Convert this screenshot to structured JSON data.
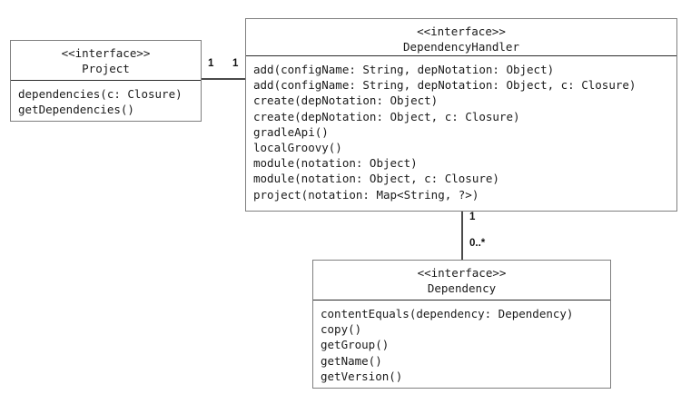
{
  "diagram": {
    "title": "Gradle DependencyHandler UML class diagram",
    "type": "uml-class-diagram",
    "colors": {
      "background": "#ffffff",
      "box_border": "#7f7f7f",
      "header_divider": "#2b2b2b",
      "connector": "#4a4a4a",
      "text": "#1a1a1a"
    }
  },
  "classes": {
    "project": {
      "stereotype": "<<interface>>",
      "name": "Project",
      "members": [
        "dependencies(c: Closure)",
        "getDependencies()"
      ]
    },
    "dependency_handler": {
      "stereotype": "<<interface>>",
      "name": "DependencyHandler",
      "members": [
        "add(configName: String, depNotation: Object)",
        "add(configName: String, depNotation: Object, c: Closure)",
        "create(depNotation: Object)",
        "create(depNotation: Object, c: Closure)",
        "gradleApi()",
        "localGroovy()",
        "module(notation: Object)",
        "module(notation: Object, c: Closure)",
        "project(notation: Map<String, ?>)"
      ]
    },
    "dependency": {
      "stereotype": "<<interface>>",
      "name": "Dependency",
      "members": [
        "contentEquals(dependency: Dependency)",
        "copy()",
        "getGroup()",
        "getName()",
        "getVersion()"
      ]
    }
  },
  "associations": {
    "project_to_handler": {
      "source_multiplicity": "1",
      "target_multiplicity": "1"
    },
    "handler_to_dependency": {
      "source_multiplicity": "1",
      "target_multiplicity": "0..*"
    }
  }
}
